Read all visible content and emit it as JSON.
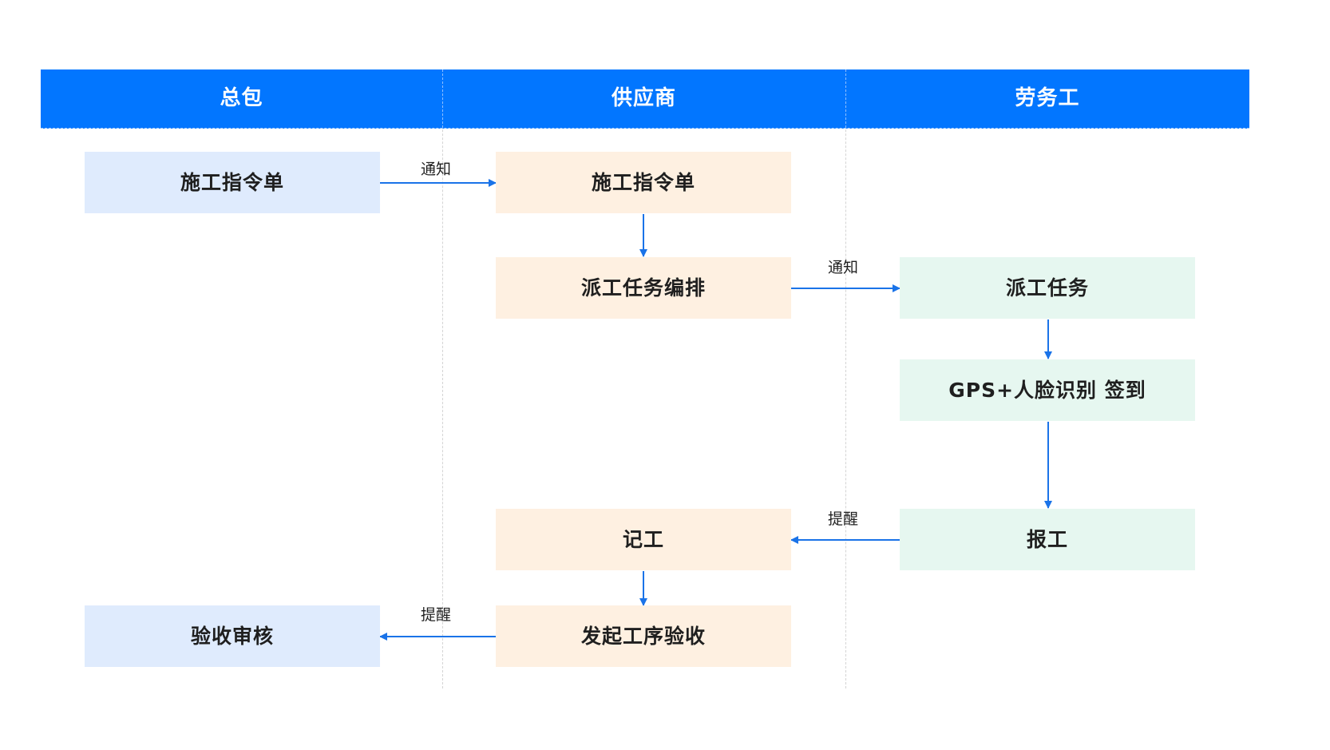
{
  "lanes": {
    "general_contractor": "总包",
    "supplier": "供应商",
    "labor_worker": "劳务工"
  },
  "nodes": {
    "gc_construction_order": "施工指令单",
    "gc_acceptance_review": "验收审核",
    "sup_construction_order": "施工指令单",
    "sup_dispatch_scheduling": "派工任务编排",
    "sup_record_work": "记工",
    "sup_initiate_acceptance": "发起工序验收",
    "lw_dispatch_task": "派工任务",
    "lw_gps_face_checkin": "GPS+人脸识别 签到",
    "lw_report_work": "报工"
  },
  "edges": {
    "notify_1": "通知",
    "notify_2": "通知",
    "remind_1": "提醒",
    "remind_2": "提醒"
  },
  "colors": {
    "header": "#0276FF",
    "arrow": "#1A73E8",
    "gc_node": "#DFEBFD",
    "supplier_node": "#FEF0E1",
    "worker_node": "#E6F7F0"
  }
}
